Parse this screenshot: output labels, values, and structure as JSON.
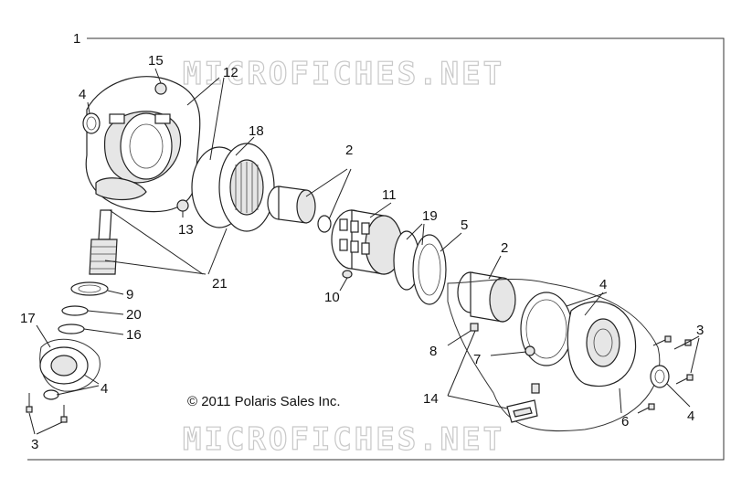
{
  "watermark": "MICROFICHES.NET",
  "copyright": "© 2011 Polaris Sales Inc.",
  "callouts": {
    "c1": "1",
    "c2a": "2",
    "c2b": "2",
    "c3a": "3",
    "c3b": "3",
    "c4a": "4",
    "c4b": "4",
    "c4c": "4",
    "c4d": "4",
    "c5": "5",
    "c6": "6",
    "c7": "7",
    "c8": "8",
    "c9": "9",
    "c10": "10",
    "c11": "11",
    "c12": "12",
    "c13": "13",
    "c14": "14",
    "c15": "15",
    "c16": "16",
    "c17": "17",
    "c18": "18",
    "c19": "19",
    "c20": "20",
    "c21": "21"
  }
}
